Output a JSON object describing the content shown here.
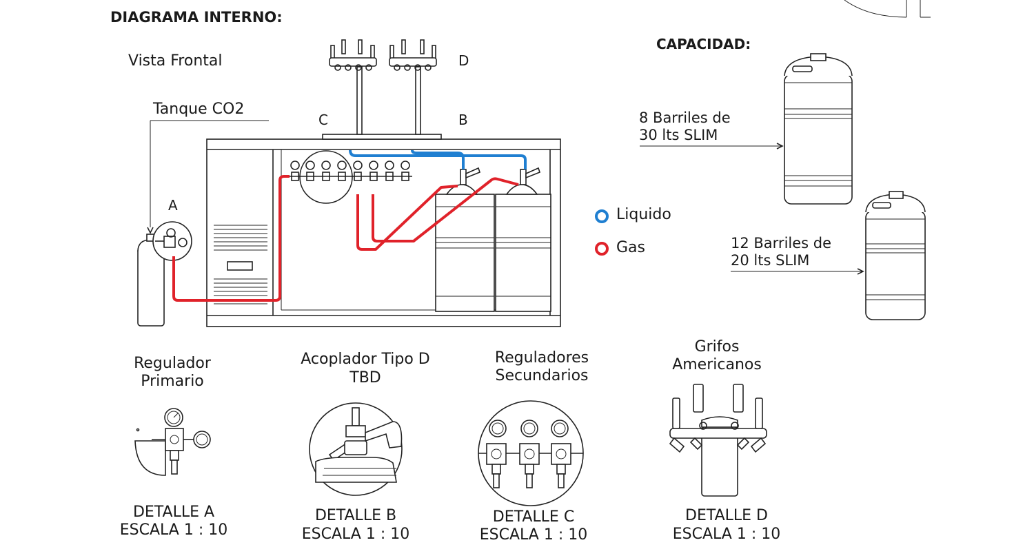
{
  "heading": "DIAGRAMA INTERNO:",
  "front_view_label": "Vista Frontal",
  "co2_tank_label": "Tanque CO2",
  "point_labels": {
    "a": "A",
    "b": "B",
    "c": "C",
    "d": "D"
  },
  "legend": {
    "liquid": {
      "label": "Liquido",
      "color": "#1f7fd1"
    },
    "gas": {
      "label": "Gas",
      "color": "#e0222a"
    }
  },
  "capacity": {
    "title": "CAPACIDAD:",
    "option_30": {
      "line1": "8 Barriles de",
      "line2": "30 lts SLIM"
    },
    "option_20": {
      "line1": "12 Barriles de",
      "line2": "20 lts SLIM"
    }
  },
  "details": [
    {
      "title1": "Regulador",
      "title2": "Primario",
      "name": "DETALLE A",
      "scale": "ESCALA 1 : 10"
    },
    {
      "title1": "Acoplador Tipo D",
      "title2": "TBD",
      "name": "DETALLE B",
      "scale": "ESCALA 1 : 10"
    },
    {
      "title1": "Reguladores",
      "title2": "Secundarios",
      "name": "DETALLE C",
      "scale": "ESCALA 1 : 10"
    },
    {
      "title1": "Grifos",
      "title2": "Americanos",
      "name": "DETALLE D",
      "scale": "ESCALA 1 : 10"
    }
  ]
}
